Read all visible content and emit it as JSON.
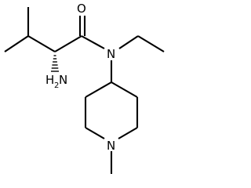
{
  "molecule": {
    "atoms": {
      "oxygen": "O",
      "amine_h": "H",
      "amine_sub": "2",
      "amine_n": "N",
      "amide_n": "N",
      "ring_n": "N"
    },
    "colors": {
      "bond": "#000000",
      "label": "#000000",
      "background": "#ffffff"
    }
  }
}
